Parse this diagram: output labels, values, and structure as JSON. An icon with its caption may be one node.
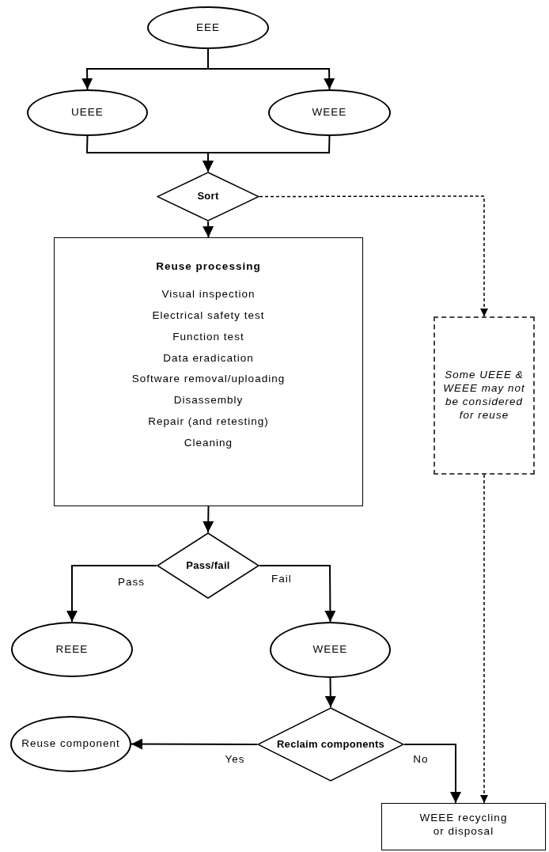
{
  "diagram": {
    "nodes": [
      {
        "text": [
          "EEE"
        ]
      },
      {
        "text": [
          "UEEE"
        ]
      },
      {
        "text": [
          "WEEE"
        ]
      },
      {
        "text": [
          "Sort"
        ]
      },
      {
        "text": [
          "Reuse processing",
          "Visual inspection",
          "Electrical safety test",
          "Function test",
          "Data eradication",
          "Software removal/uploading",
          "Disassembly",
          "Repair (and retesting)",
          "Cleaning"
        ]
      },
      {
        "text": [
          "Some UEEE & WEEE may not be considered for reuse"
        ]
      },
      {
        "text": [
          "Pass/fail"
        ]
      },
      {
        "text": [
          "REEE"
        ]
      },
      {
        "text": [
          "WEEE"
        ]
      },
      {
        "text": [
          "Reclaim components"
        ]
      },
      {
        "text": [
          "Reuse component"
        ]
      },
      {
        "text": [
          "WEEE recycling or disposal"
        ]
      }
    ],
    "edges": [
      {
        "from": 0,
        "to": 1,
        "arrow": "to"
      },
      {
        "from": 0,
        "to": 2,
        "arrow": "to"
      },
      {
        "from": 1,
        "to": 3,
        "arrow": "to"
      },
      {
        "from": 2,
        "to": 3,
        "arrow": "to"
      },
      {
        "from": 3,
        "to": 5,
        "arrow": "to",
        "style": "dashed"
      },
      {
        "from": 3,
        "to": 4,
        "arrow": "to"
      },
      {
        "from": 4,
        "to": 6,
        "arrow": "to"
      },
      {
        "from": 6,
        "to": 7,
        "arrow": "to",
        "label": "Pass"
      },
      {
        "from": 6,
        "to": 8,
        "arrow": "to",
        "label": "Fail"
      },
      {
        "from": 8,
        "to": 9,
        "arrow": "to"
      },
      {
        "from": 9,
        "to": 10,
        "arrow": "to",
        "label": "Yes"
      },
      {
        "from": 9,
        "to": 11,
        "arrow": "to",
        "label": "No"
      },
      {
        "from": 5,
        "to": 11,
        "arrow": "to",
        "style": "dashed"
      }
    ]
  }
}
